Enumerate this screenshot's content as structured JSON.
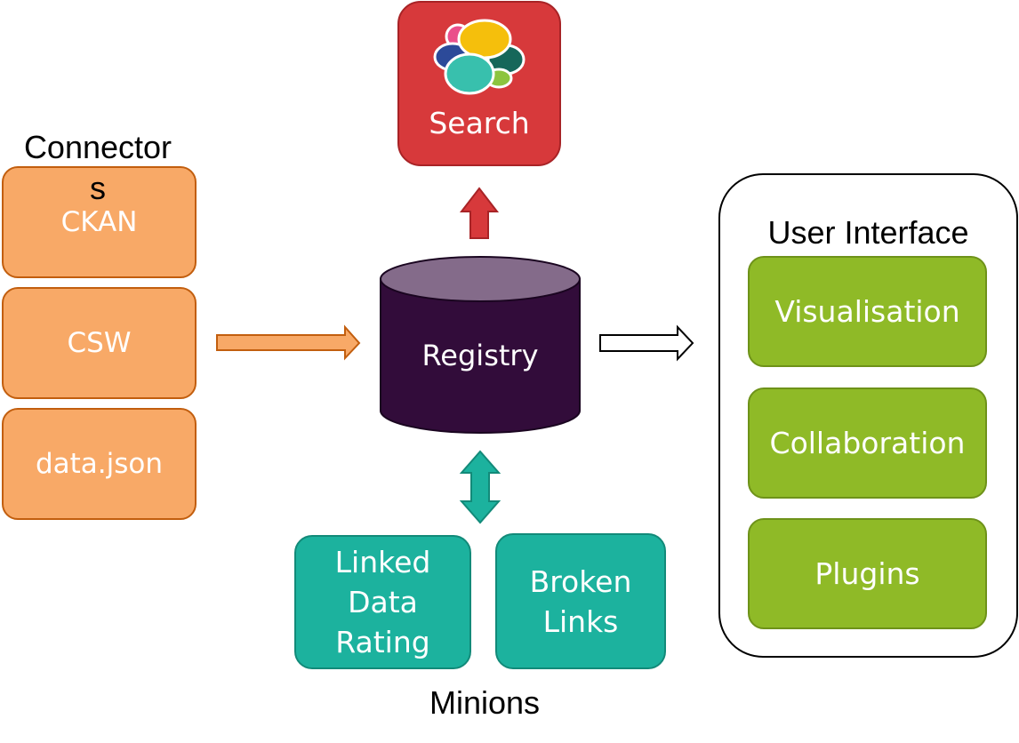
{
  "connectors": {
    "title_line1": "Connector",
    "title_line2": "s",
    "items": [
      "CKAN",
      "CSW",
      "data.json"
    ]
  },
  "search": {
    "label": "Search",
    "logo_icon": "elastic-cluster-logo"
  },
  "registry": {
    "label": "Registry"
  },
  "user_interface": {
    "title": "User Interface",
    "items": [
      "Visualisation",
      "Collaboration",
      "Plugins"
    ]
  },
  "minions": {
    "title": "Minions",
    "items": [
      "Linked\nData\nRating",
      "Broken\nLinks"
    ]
  },
  "colors": {
    "connector_fill": "#f8a967",
    "search_fill": "#d7393b",
    "registry_fill": "#320c3a",
    "registry_top": "#846b8a",
    "ui_fill": "#8fba27",
    "minion_fill": "#1cb29e"
  }
}
